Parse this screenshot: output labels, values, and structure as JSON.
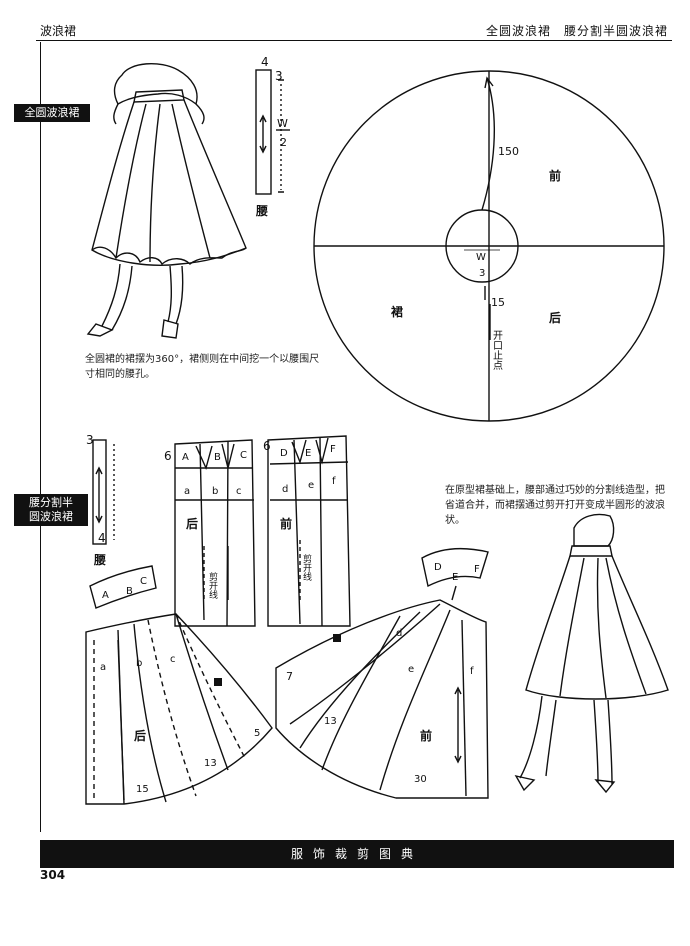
{
  "header": {
    "left": "波浪裙",
    "right": "全圆波浪裙　腰分割半圆波浪裙"
  },
  "sections": {
    "tag1": "全圆波浪裙",
    "tag2_line1": "腰分割半",
    "tag2_line2": "圆波浪裙"
  },
  "captions": {
    "top": "全圆裙的裙摆为360°，裙侧则在中间挖一个以腰围尺寸相同的腰孔。",
    "bottom": "在原型裙基础上，腰部通过巧妙的分割线造型，把省道合并，而裙摆通过剪开打开变成半圆形的波浪状。"
  },
  "labels": {
    "waist": "腰",
    "front": "前",
    "back": "后",
    "skirt": "裙",
    "cut_line": "剪开线",
    "open_end": "开口止点",
    "w2_num": "W",
    "w2_den": "2",
    "w3_num": "W",
    "w3_den": "3",
    "n150": "150",
    "n15": "15",
    "n4": "4",
    "n3": "3",
    "n6": "6",
    "n5": "5",
    "n7": "7",
    "n13": "13",
    "n30": "30",
    "A": "A",
    "B": "B",
    "C": "C",
    "D": "D",
    "E": "E",
    "F": "F",
    "a": "a",
    "b": "b",
    "c": "c",
    "d": "d",
    "e": "e",
    "f": "f"
  },
  "footer": {
    "title": "服饰裁剪图典",
    "page": "304"
  }
}
